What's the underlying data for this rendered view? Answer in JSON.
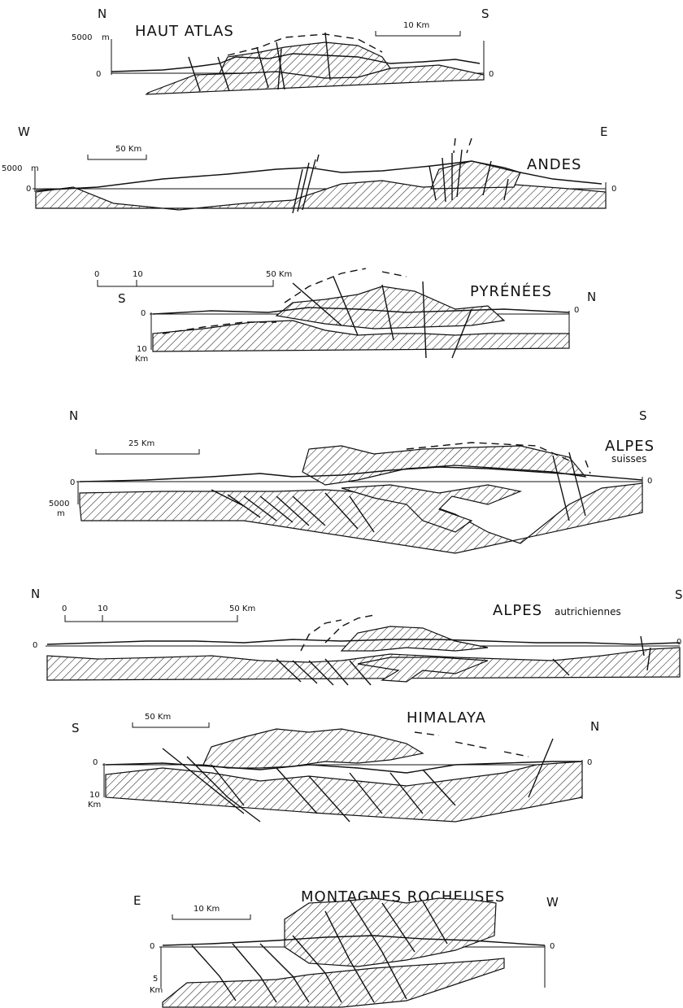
{
  "sections": [
    {
      "id": "haut-atlas",
      "name": "HAUT ATLAS",
      "left": "N",
      "right": "S",
      "scale": "10 Km",
      "vlabel_top": "5000",
      "vlabel_unit": "m",
      "zero_left": "0",
      "zero_right": "0"
    },
    {
      "id": "andes",
      "name": "ANDES",
      "left": "W",
      "right": "E",
      "scale": "50 Km",
      "vlabel_top": "5000",
      "vlabel_unit": "m",
      "zero_left": "0",
      "zero_right": "0"
    },
    {
      "id": "pyrenees",
      "name": "PYRÉNÉES",
      "left": "S",
      "right": "N",
      "scale_ticks": [
        "0",
        "10",
        "50 Km"
      ],
      "zero_left": "0",
      "zero_right": "0",
      "depth": "10",
      "depth_unit": "Km"
    },
    {
      "id": "alpes-suisses",
      "name": "ALPES",
      "subname": "suisses",
      "left": "N",
      "right": "S",
      "scale": "25 Km",
      "zero_left": "0",
      "zero_right": "0",
      "depth": "5000",
      "depth_unit": "m"
    },
    {
      "id": "alpes-autrichiennes",
      "name": "ALPES",
      "subname": "autrichiennes",
      "left": "N",
      "right": "S",
      "scale_ticks": [
        "0",
        "10",
        "50 Km"
      ],
      "zero_left": "0",
      "zero_right": "0"
    },
    {
      "id": "himalaya",
      "name": "HIMALAYA",
      "left": "S",
      "right": "N",
      "scale": "50 Km",
      "zero_left": "0",
      "zero_right": "0",
      "depth": "10",
      "depth_unit": "Km"
    },
    {
      "id": "montagnes-rocheuses",
      "name": "MONTAGNES ROCHEUSES",
      "left": "E",
      "right": "W",
      "scale": "10 Km",
      "zero_left": "0",
      "zero_right": "0",
      "depth": "5",
      "depth_unit": "Km"
    }
  ]
}
